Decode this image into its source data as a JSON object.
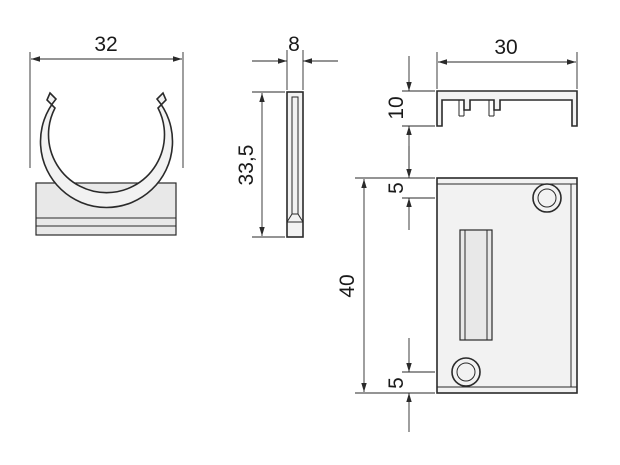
{
  "dimensions": {
    "clip_width": "32",
    "profile_thickness": "8",
    "profile_height": "33,5",
    "plate_width": "30",
    "top_view_height": "10",
    "hole_offset_top": "5",
    "plate_length": "40",
    "hole_offset_bottom": "5"
  },
  "colors": {
    "line": "#2a2a2a",
    "fill": "#f2f2f2",
    "background": "#ffffff"
  }
}
